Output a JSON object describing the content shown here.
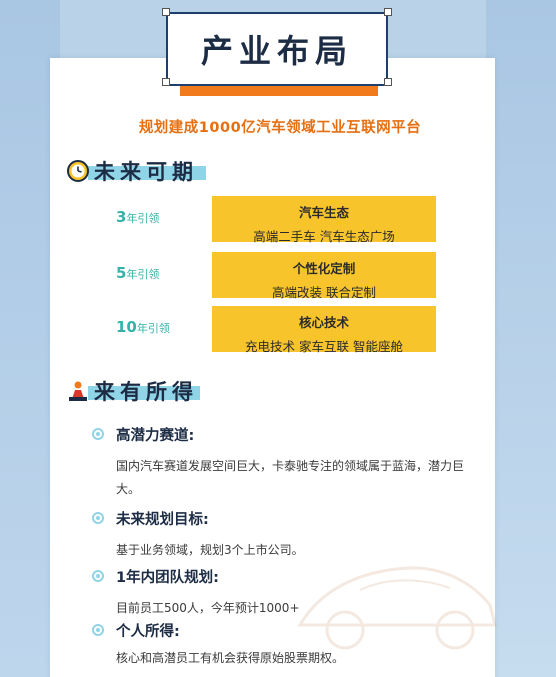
{
  "title": "产业布局",
  "subtitle": "规划建成1000亿汽车领域工业互联网平台",
  "section1": {
    "heading": "未来可期",
    "rows": [
      {
        "year": "3",
        "year_suffix": "年引领",
        "box_title": "汽车生态",
        "box_text": "高端二手车   汽车生态广场"
      },
      {
        "year": "5",
        "year_suffix": "年引领",
        "box_title": "个性化定制",
        "box_text": "高端改装     联合定制"
      },
      {
        "year": "10",
        "year_suffix": "年引领",
        "box_title": "核心技术",
        "box_text": "充电技术  家车互联  智能座舱"
      }
    ]
  },
  "section2": {
    "heading": "来有所得",
    "items": [
      {
        "head": "高潜力赛道:",
        "body": "国内汽车赛道发展空间巨大，卡泰驰专注的领域属于蓝海，潜力巨大。"
      },
      {
        "head": "未来规划目标:",
        "body": "基于业务领域，规划3个上市公司。"
      },
      {
        "head": "1年内团队规划:",
        "body": "目前员工500人，今年预计1000+"
      },
      {
        "head": "个人所得:",
        "body": "核心和高潜员工有机会获得原始股票期权。"
      }
    ]
  },
  "colors": {
    "accent_orange": "#f07a1c",
    "teal": "#33b3a9",
    "yellow_box": "#f7c52b",
    "light_blue": "#8fd4e7",
    "navy": "#1d2c45"
  }
}
